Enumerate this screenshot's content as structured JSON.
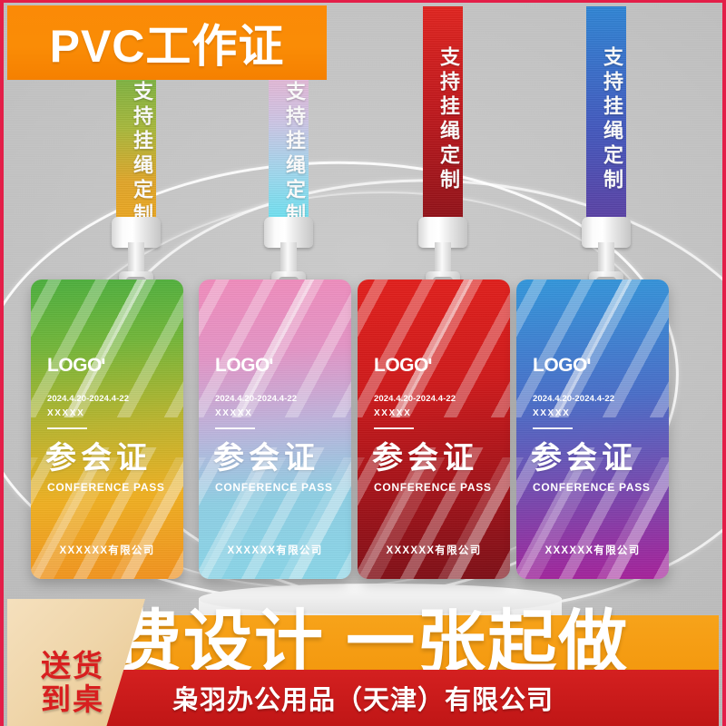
{
  "banner": {
    "title": "PVC工作证"
  },
  "lanyards": [
    {
      "text": "支持挂绳定制",
      "color_from": "#7cb342",
      "color_to": "#efa820"
    },
    {
      "text": "支持挂绳定制",
      "color_from": "#e6b8d6",
      "color_to": "#66e3f2"
    },
    {
      "text": "支持挂绳定制",
      "color_from": "#e2241f",
      "color_to": "#8e1118"
    },
    {
      "text": "支持挂绳定制",
      "color_from": "#2f86d6",
      "color_to": "#5e3fa3"
    }
  ],
  "cards": [
    {
      "logo": "LOGO",
      "logo_mark": "ıı",
      "dates": "2024.4.20-2024.4-22",
      "code": "XXXXX",
      "title_cn": "参会证",
      "title_en": "CONFERENCE PASS",
      "company": "XXXXXX有限公司",
      "color_from": "#4caf3f",
      "color_to": "#f2921f"
    },
    {
      "logo": "LOGO",
      "logo_mark": "ıı",
      "dates": "2024.4.20-2024.4-22",
      "code": "XXXXX",
      "title_cn": "参会证",
      "title_en": "CONFERENCE PASS",
      "company": "XXXXXX有限公司",
      "color_from": "#f08cbc",
      "color_to": "#8ad6e8"
    },
    {
      "logo": "LOGO",
      "logo_mark": "ıı",
      "dates": "2024.4.20-2024.4-22",
      "code": "XXXXX",
      "title_cn": "参会证",
      "title_en": "CONFERENCE PASS",
      "company": "XXXXXX有限公司",
      "color_from": "#e2201c",
      "color_to": "#7d0f17"
    },
    {
      "logo": "LOGO",
      "logo_mark": "ıı",
      "dates": "2024.4.20-2024.4-22",
      "code": "XXXXX",
      "title_cn": "参会证",
      "title_en": "CONFERENCE PASS",
      "company": "XXXXXX有限公司",
      "color_from": "#3397db",
      "color_to": "#a7219a"
    }
  ],
  "footer": {
    "ribbon_line1": "送货",
    "ribbon_line2": "到桌",
    "slogan": "费设计 一张起做",
    "company_name": "枭羽办公用品（天津）有限公司"
  },
  "colors": {
    "banner_orange": "#fb8a07",
    "footer_orange": "#f7a31a",
    "footer_red": "#c01616",
    "ribbon_cream": "#efd5a9",
    "ribbon_text_red": "#d81f1f",
    "frame_crimson": "#e31e48",
    "background_gray": "#c0c0c0"
  }
}
